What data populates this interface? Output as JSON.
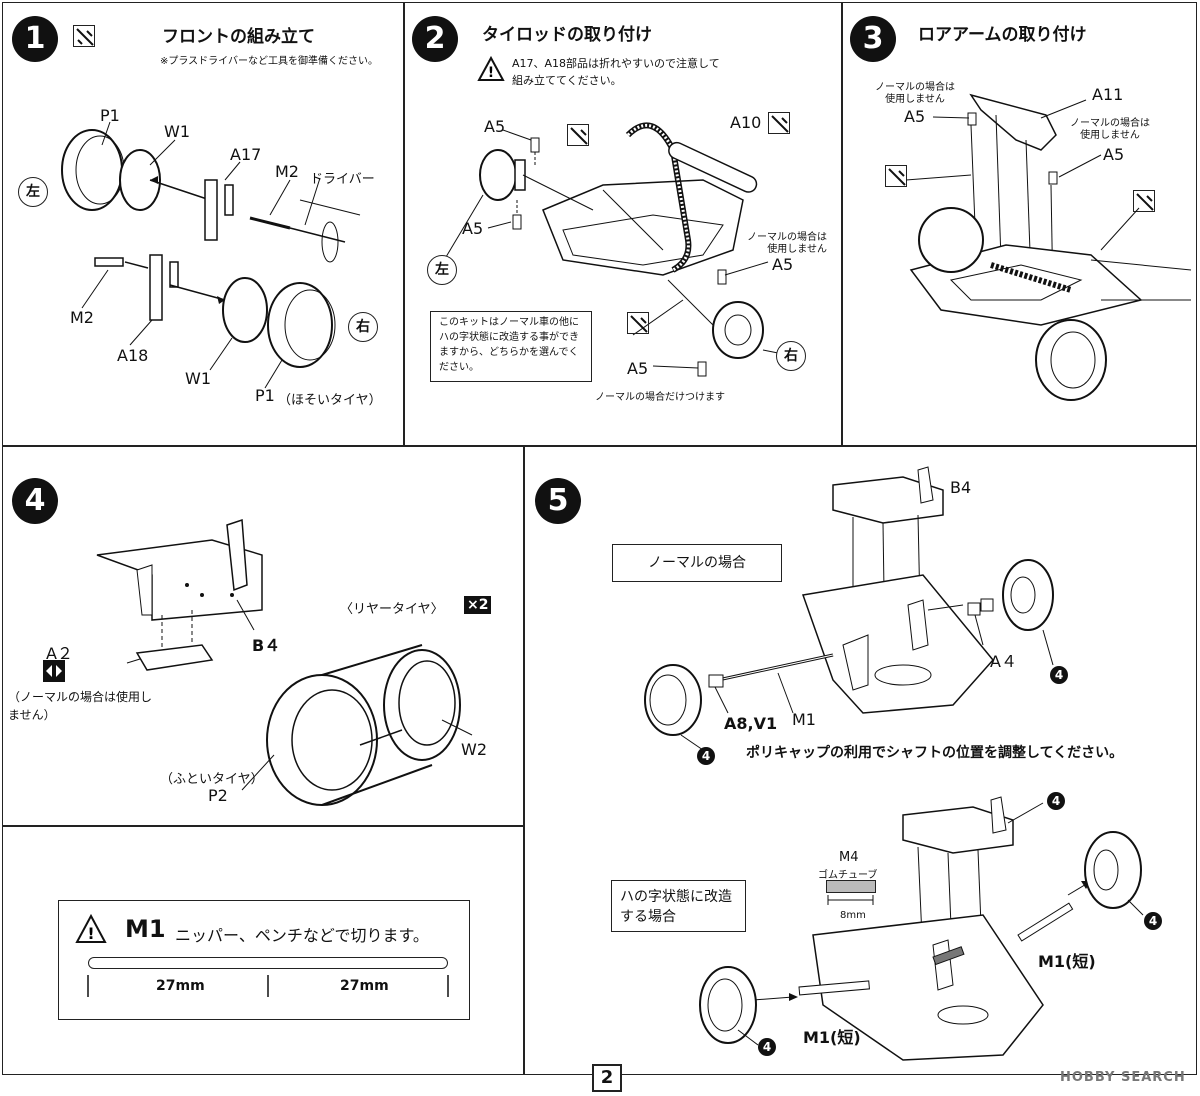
{
  "step1": {
    "number": "1",
    "title": "フロントの組み立て",
    "note": "※プラスドライバーなど工具を御準備ください。",
    "labels": {
      "p1a": "P1",
      "w1a": "W1",
      "a17": "A17",
      "m2a": "M2",
      "driver": "ドライバー",
      "left": "左",
      "m2b": "M2",
      "a18": "A18",
      "w1b": "W1",
      "p1b": "P1",
      "thin_tire": "（ほそいタイヤ）",
      "right": "右"
    }
  },
  "step2": {
    "number": "2",
    "title": "タイロッドの取り付け",
    "warning": "A17、A18部品は折れやすいので注意して組み立ててください。",
    "labels": {
      "a5a": "A5",
      "a10": "A10",
      "a5b": "A5",
      "left": "左",
      "normal_unused": "ノーマルの場合は使用しません",
      "a5c": "A5",
      "right": "右",
      "a5d": "A5",
      "normal_only": "ノーマルの場合だけつけます"
    },
    "note": "このキットはノーマル車の他にハの字状態に改造する事ができますから、どちらかを選んでください。"
  },
  "step3": {
    "number": "3",
    "title": "ロアアームの取り付け",
    "labels": {
      "unused1": "ノーマルの場合は使用しません",
      "a5a": "A5",
      "a11": "A11",
      "unused2": "ノーマルの場合は使用しません",
      "a5b": "A5"
    }
  },
  "step4": {
    "number": "4",
    "labels": {
      "b4": "B４",
      "a2": "A２",
      "a2_note": "（ノーマルの場合は使用しません）",
      "rear_tire": "〈リヤータイヤ〉",
      "x2": "×2",
      "w2": "W2",
      "fat_tire": "（ふといタイヤ）",
      "p2": "P2"
    }
  },
  "step5": {
    "number": "5",
    "normal_box": "ノーマルの場合",
    "labels": {
      "b4": "B4",
      "a4": "A４",
      "a8v1": "A8,V1",
      "m1": "M1",
      "four": "4",
      "m4": "M4",
      "rubber_tube": "ゴムチューブ",
      "eight_mm": "8mm",
      "m1_short_a": "M1(短)",
      "m1_short_b": "M1(短)"
    },
    "instruction": "ポリキャップの利用でシャフトの位置を調整してください。",
    "mod_box": "ハの字状態に改造する場合"
  },
  "m1_box": {
    "code": "M1",
    "text": "ニッパー、ペンチなどで切ります。",
    "measure_a": "27mm",
    "measure_b": "27mm"
  },
  "page_number": "2",
  "watermark": "HOBBY SEARCH"
}
